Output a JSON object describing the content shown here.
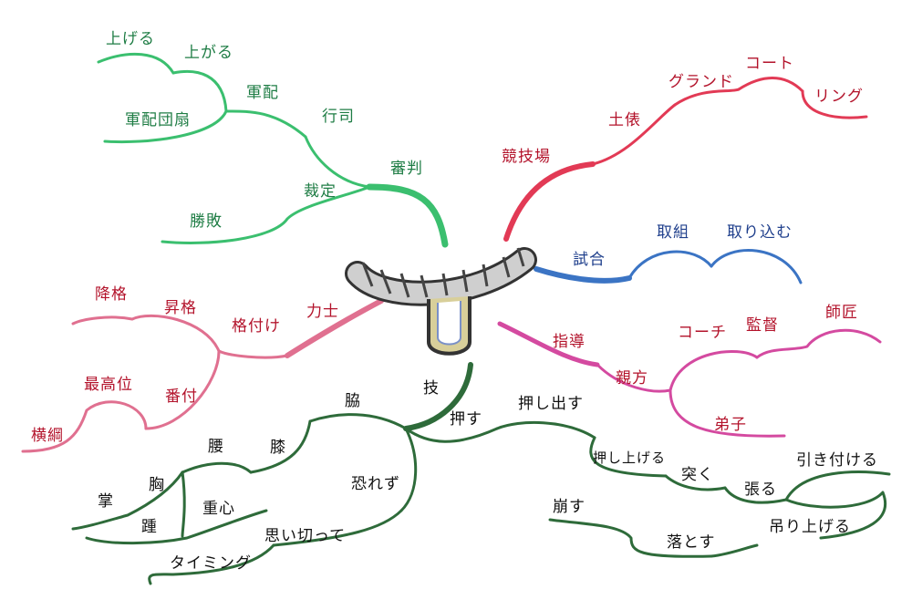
{
  "colors": {
    "referee": "#3bbf6f",
    "venue": "#e23a55",
    "match": "#3b74c4",
    "rikishi": "#e07090",
    "coach": "#d44aa0",
    "technique": "#2e6b3a",
    "rope": "#8a8a8a"
  },
  "center": {
    "icon": "tsuna-rope-icon"
  },
  "branches": {
    "referee": {
      "root": "審判",
      "nodes": [
        "裁定",
        "勝敗",
        "行司",
        "軍配",
        "軍配団扇",
        "上がる",
        "上げる"
      ]
    },
    "venue": {
      "root": "競技場",
      "nodes": [
        "土俵",
        "グランド",
        "コート",
        "リング"
      ]
    },
    "match": {
      "root": "試合",
      "nodes": [
        "取組",
        "取り込む"
      ]
    },
    "rikishi": {
      "root": "力士",
      "nodes": [
        "格付け",
        "昇格",
        "降格",
        "番付",
        "最高位",
        "横綱"
      ]
    },
    "coach": {
      "root": "指導",
      "nodes": [
        "親方",
        "コーチ",
        "監督",
        "師匠",
        "弟子"
      ]
    },
    "technique": {
      "root": "技",
      "nodes": [
        "脇",
        "膝",
        "腰",
        "胸",
        "掌",
        "踵",
        "重心",
        "恐れず",
        "思い切って",
        "タイミング",
        "押す",
        "押し出す",
        "押し上げる",
        "突く",
        "張る",
        "引き付ける",
        "崩す",
        "落とす",
        "吊り上げる"
      ]
    }
  }
}
